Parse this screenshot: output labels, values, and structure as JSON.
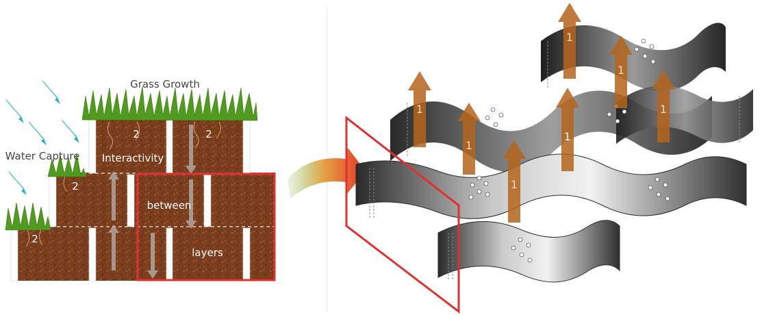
{
  "left_panel": {
    "grass_label": "Grass Growth",
    "water_label": "Water Capture",
    "interactivity_label": "Interactivity",
    "between_label": "between",
    "layers_label": "layers",
    "cell_labels": [
      "2",
      "2",
      "2",
      "2"
    ]
  },
  "right_panel": {
    "arrow_labels": [
      "1",
      "1",
      "1",
      "1",
      "1",
      "1",
      "1"
    ]
  },
  "colors": {
    "soil": "#7a3e1e",
    "grass": "#4f9a1f",
    "water_arrow": "#27b3c4",
    "highlight_frame": "#e03030",
    "upward_arrow": "#b5651d",
    "geocell": "#3d3d3d"
  }
}
